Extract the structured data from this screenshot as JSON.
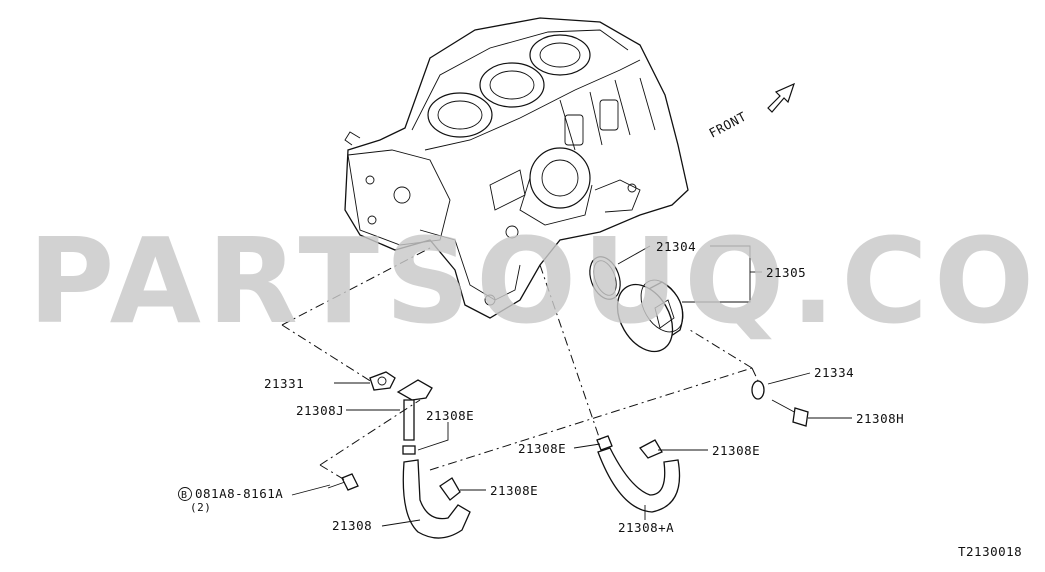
{
  "watermark": "PARTSOUQ.COM",
  "front_label": "FRONT",
  "diagram_code": "T2130018",
  "callouts": {
    "p21304": "21304",
    "p21305": "21305",
    "p21331": "21331",
    "p21308J": "21308J",
    "p21308E_a": "21308E",
    "p21308E_b": "21308E",
    "p21308E_c": "21308E",
    "p21308E_d": "21308E",
    "p21334": "21334",
    "p21308H": "21308H",
    "bolt_ref": "081A8-8161A",
    "bolt_ref_qty": "(2)",
    "bolt_ref_circle": "B",
    "p21308": "21308",
    "p21308A": "21308+A"
  }
}
